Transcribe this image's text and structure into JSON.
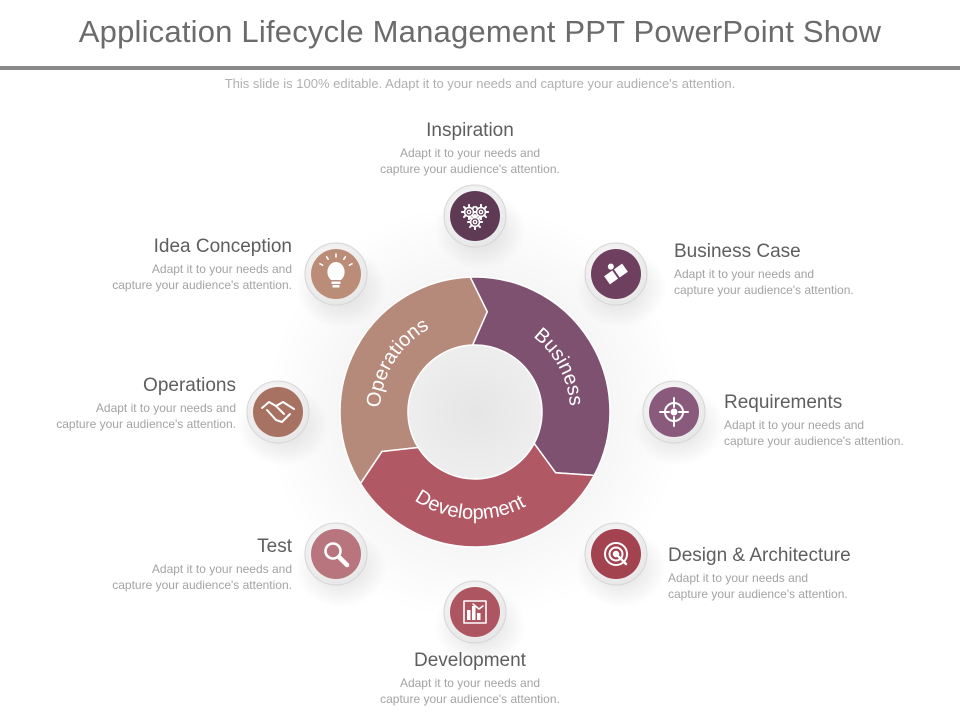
{
  "title": "Application Lifecycle Management PPT PowerPoint Show",
  "subtitle": "This slide is 100% editable. Adapt it to your needs and capture your audience's attention.",
  "ring": [
    {
      "label": "Operations",
      "color": "#b58a7a"
    },
    {
      "label": "Business",
      "color": "#7e5170"
    },
    {
      "label": "Development",
      "color": "#b05864"
    }
  ],
  "nodes": [
    {
      "title": "Inspiration",
      "desc1": "Adapt it to your needs and",
      "desc2": "capture your audience's attention.",
      "color": "#5e3a55",
      "icon": "gears-icon"
    },
    {
      "title": "Business Case",
      "desc1": "Adapt it to your needs and",
      "desc2": "capture your audience's attention.",
      "color": "#6e3f5f",
      "icon": "puzzle-icon"
    },
    {
      "title": "Requirements",
      "desc1": "Adapt it to your needs and",
      "desc2": "capture your audience's attention.",
      "color": "#8a5a7c",
      "icon": "crosshair-icon"
    },
    {
      "title": "Design & Architecture",
      "desc1": "Adapt it to your needs and",
      "desc2": "capture your audience's attention.",
      "color": "#a3434f",
      "icon": "target-icon"
    },
    {
      "title": "Development",
      "desc1": "Adapt it to your needs and",
      "desc2": "capture your audience's attention.",
      "color": "#ad5560",
      "icon": "bar-chart-icon"
    },
    {
      "title": "Test",
      "desc1": "Adapt it to your needs and",
      "desc2": "capture your audience's attention.",
      "color": "#b8757e",
      "icon": "magnifier-icon"
    },
    {
      "title": "Operations",
      "desc1": "Adapt it to your needs and",
      "desc2": "capture your audience's attention.",
      "color": "#a87262",
      "icon": "handshake-icon"
    },
    {
      "title": "Idea Conception",
      "desc1": "Adapt it to your needs and",
      "desc2": "capture your audience's attention.",
      "color": "#bb8d78",
      "icon": "lightbulb-icon"
    }
  ]
}
